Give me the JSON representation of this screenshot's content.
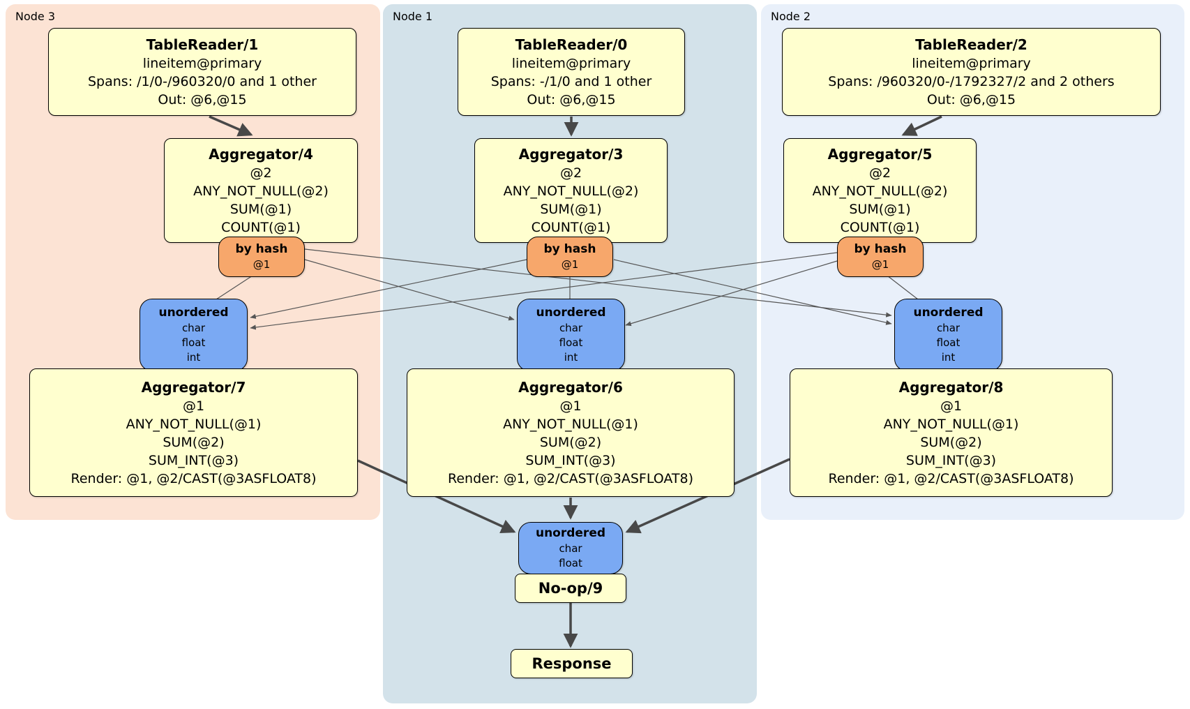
{
  "diagram": {
    "panels": [
      {
        "id": "node3",
        "label": "Node 3",
        "bg": "#fce3d4"
      },
      {
        "id": "node1",
        "label": "Node 1",
        "bg": "#d3e2ea"
      },
      {
        "id": "node2",
        "label": "Node 2",
        "bg": "#e9f0fa"
      }
    ],
    "colors": {
      "processor_bg": "#ffffcf",
      "router_bg": "#f7a76b",
      "sync_bg": "#7aa9f3",
      "edge_thick": "#484848",
      "edge_thin": "#555555"
    },
    "processors": {
      "tr1": {
        "title": "TableReader/1",
        "lines": [
          "lineitem@primary",
          "Spans: /1/0-/960320/0 and 1 other",
          "Out: @6,@15"
        ]
      },
      "tr0": {
        "title": "TableReader/0",
        "lines": [
          "lineitem@primary",
          "Spans: -/1/0 and 1 other",
          "Out: @6,@15"
        ]
      },
      "tr2": {
        "title": "TableReader/2",
        "lines": [
          "lineitem@primary",
          "Spans: /960320/0-/1792327/2 and 2 others",
          "Out: @6,@15"
        ]
      },
      "agg4": {
        "title": "Aggregator/4",
        "lines": [
          "@2",
          "ANY_NOT_NULL(@2)",
          "SUM(@1)",
          "COUNT(@1)"
        ]
      },
      "agg3": {
        "title": "Aggregator/3",
        "lines": [
          "@2",
          "ANY_NOT_NULL(@2)",
          "SUM(@1)",
          "COUNT(@1)"
        ]
      },
      "agg5": {
        "title": "Aggregator/5",
        "lines": [
          "@2",
          "ANY_NOT_NULL(@2)",
          "SUM(@1)",
          "COUNT(@1)"
        ]
      },
      "agg7": {
        "title": "Aggregator/7",
        "lines": [
          "@1",
          "ANY_NOT_NULL(@1)",
          "SUM(@2)",
          "SUM_INT(@3)",
          "Render: @1, @2/CAST(@3ASFLOAT8)"
        ]
      },
      "agg6": {
        "title": "Aggregator/6",
        "lines": [
          "@1",
          "ANY_NOT_NULL(@1)",
          "SUM(@2)",
          "SUM_INT(@3)",
          "Render: @1, @2/CAST(@3ASFLOAT8)"
        ]
      },
      "agg8": {
        "title": "Aggregator/8",
        "lines": [
          "@1",
          "ANY_NOT_NULL(@1)",
          "SUM(@2)",
          "SUM_INT(@3)",
          "Render: @1, @2/CAST(@3ASFLOAT8)"
        ]
      },
      "noop": {
        "title": "No-op/9"
      },
      "response": {
        "title": "Response"
      }
    },
    "routers": {
      "left": {
        "title": "by hash",
        "detail": "@1"
      },
      "center": {
        "title": "by hash",
        "detail": "@1"
      },
      "right": {
        "title": "by hash",
        "detail": "@1"
      }
    },
    "syncs": {
      "left": {
        "title": "unordered",
        "lines": [
          "char",
          "float",
          "int"
        ]
      },
      "center": {
        "title": "unordered",
        "lines": [
          "char",
          "float",
          "int"
        ]
      },
      "right": {
        "title": "unordered",
        "lines": [
          "char",
          "float",
          "int"
        ]
      },
      "final": {
        "title": "unordered",
        "lines": [
          "char",
          "float"
        ]
      }
    }
  }
}
